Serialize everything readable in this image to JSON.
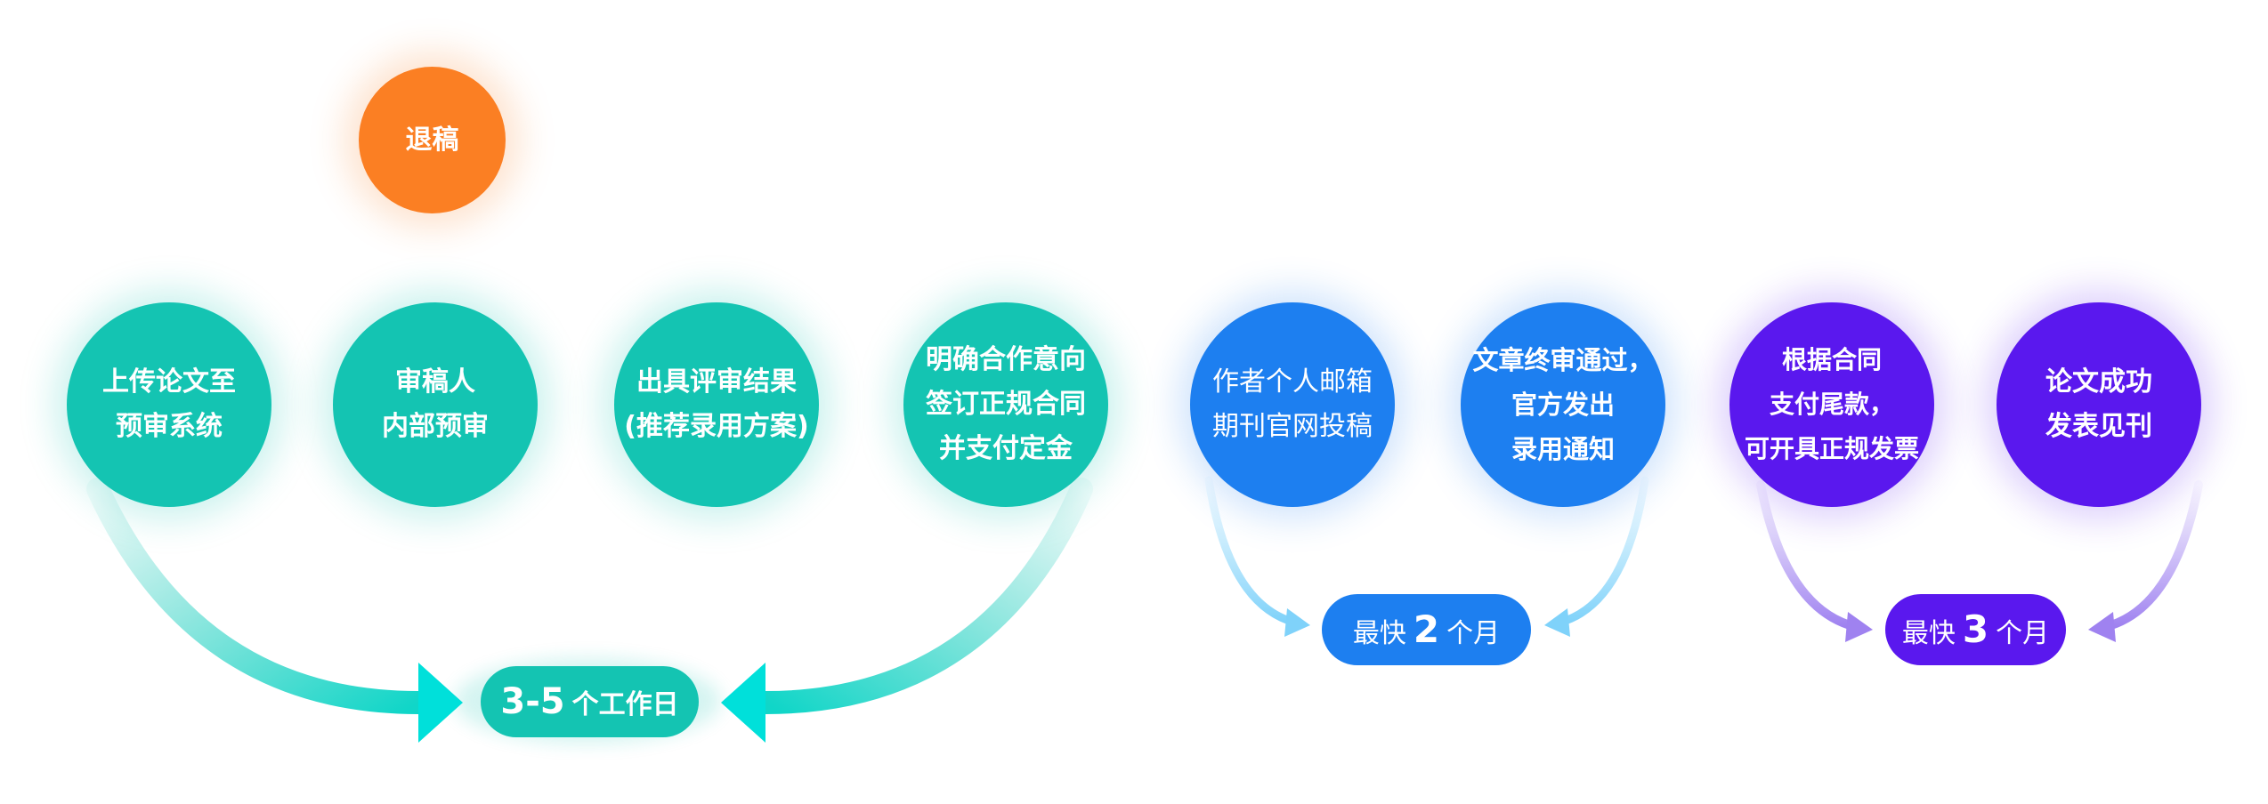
{
  "nodes": {
    "withdraw": {
      "lines": [
        "退稿"
      ]
    },
    "upload": {
      "lines": [
        "上传论文至",
        "预审系统"
      ]
    },
    "reviewer": {
      "lines": [
        "审稿人",
        "内部预审"
      ]
    },
    "result": {
      "lines": [
        "出具评审结果",
        "(推荐录用方案)"
      ]
    },
    "contract": {
      "lines": [
        "明确合作意向",
        "签订正规合同",
        "并支付定金"
      ]
    },
    "submit": {
      "lines": [
        "作者个人邮箱",
        "期刊官网投稿"
      ]
    },
    "accept": {
      "lines": [
        "文章终审通过，",
        "官方发出",
        "录用通知"
      ]
    },
    "payment": {
      "lines": [
        "根据合同",
        "支付尾款，",
        "可开具正规发票"
      ]
    },
    "publish": {
      "lines": [
        "论文成功",
        "发表见刊"
      ]
    }
  },
  "durations": {
    "first": {
      "value": "3-5",
      "unit": "个工作日"
    },
    "second": {
      "prefix": "最快",
      "value": "2",
      "unit": "个月"
    },
    "third": {
      "prefix": "最快",
      "value": "3",
      "unit": "个月"
    }
  },
  "colors": {
    "teal": "#14c4b2",
    "blue": "#1d7ff0",
    "violet": "#5a18ee",
    "orange": "#fb7f23",
    "cyan_arrow": "#00e5e0",
    "light_blue_arrow": "#8fd8fb",
    "lavender_arrow": "#a78cf2"
  }
}
